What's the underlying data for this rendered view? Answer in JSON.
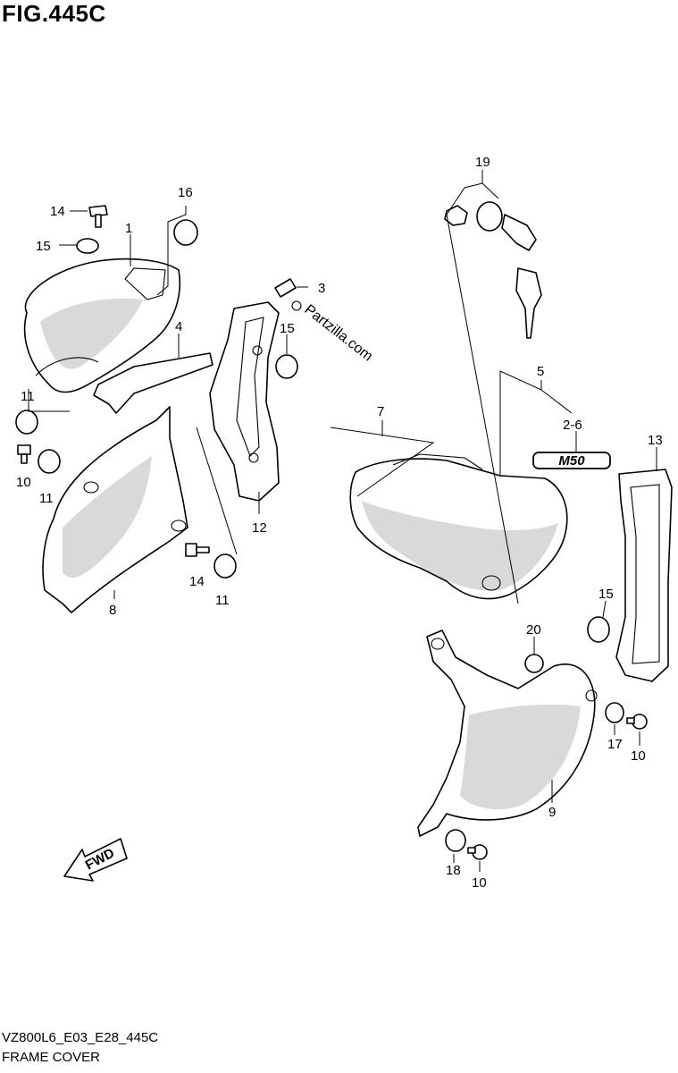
{
  "figure": {
    "title": "FIG.445C",
    "code": "VZ800L6_E03_E28_445C",
    "name": "FRAME COVER"
  },
  "watermark": "Partzilla.com",
  "emblem_text": "M50",
  "fwd_label": "FWD",
  "callouts": {
    "c1": "1",
    "c3": "3",
    "c4": "4",
    "c5": "5",
    "c26": "2-6",
    "c7": "7",
    "c8": "8",
    "c9": "9",
    "c10a": "10",
    "c10b": "10",
    "c10c": "10",
    "c11a": "11",
    "c11b": "11",
    "c11c": "11",
    "c12": "12",
    "c13": "13",
    "c14a": "14",
    "c14b": "14",
    "c15a": "15",
    "c15b": "15",
    "c15c": "15",
    "c16": "16",
    "c17": "17",
    "c18": "18",
    "c19": "19",
    "c20": "20"
  }
}
